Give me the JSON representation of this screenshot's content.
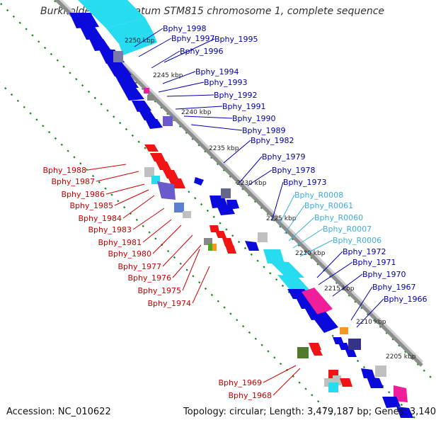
{
  "title": "Burkholderia phymatum STM815 chromosome 1, complete sequence",
  "accession_label": "Accession: NC_010622",
  "summary_label": "Topology: circular; Length: 3,479,187 bp; Genes: 3,140",
  "colors": {
    "blue": "#0a0adc",
    "cyan": "#28dcf0",
    "red": "#f01414",
    "magenta": "#f01e9b",
    "purple": "#6a5acd",
    "gray": "#c0c0c0",
    "green": "#4ca820",
    "orange": "#f5961e",
    "label_blue": "#0000b4",
    "label_cyan": "#3aaee0",
    "label_red": "#cc0000",
    "backbone": "#8c8c8c",
    "dots": "#1a8a1a"
  },
  "ticks": [
    {
      "label": "2250 kbp"
    },
    {
      "label": "2245 kbp"
    },
    {
      "label": "2240 kbp"
    },
    {
      "label": "2235 kbp"
    },
    {
      "label": "2230 kbp"
    },
    {
      "label": "2225 kbp"
    },
    {
      "label": "2220 kbp"
    },
    {
      "label": "2215 kbp"
    },
    {
      "label": "2210 kbp"
    },
    {
      "label": "2205 kbp"
    }
  ],
  "right_labels": [
    {
      "text": "Bphy_1998",
      "color": "blue"
    },
    {
      "text": "Bphy_1997",
      "color": "blue"
    },
    {
      "text": "Bphy_1995",
      "color": "blue"
    },
    {
      "text": "Bphy_1996",
      "color": "blue"
    },
    {
      "text": "Bphy_1994",
      "color": "blue"
    },
    {
      "text": "Bphy_1993",
      "color": "blue"
    },
    {
      "text": "Bphy_1992",
      "color": "blue"
    },
    {
      "text": "Bphy_1991",
      "color": "blue"
    },
    {
      "text": "Bphy_1990",
      "color": "blue"
    },
    {
      "text": "Bphy_1989",
      "color": "blue"
    },
    {
      "text": "Bphy_1982",
      "color": "blue"
    },
    {
      "text": "Bphy_1979",
      "color": "blue"
    },
    {
      "text": "Bphy_1978",
      "color": "blue"
    },
    {
      "text": "Bphy_1973",
      "color": "blue"
    },
    {
      "text": "Bphy_R0008",
      "color": "cyan"
    },
    {
      "text": "Bphy_R0061",
      "color": "cyan"
    },
    {
      "text": "Bphy_R0060",
      "color": "cyan"
    },
    {
      "text": "Bphy_R0007",
      "color": "cyan"
    },
    {
      "text": "Bphy_R0006",
      "color": "cyan"
    },
    {
      "text": "Bphy_1972",
      "color": "blue"
    },
    {
      "text": "Bphy_1971",
      "color": "blue"
    },
    {
      "text": "Bphy_1970",
      "color": "blue"
    },
    {
      "text": "Bphy_1967",
      "color": "blue"
    },
    {
      "text": "Bphy_1966",
      "color": "blue"
    }
  ],
  "left_labels": [
    {
      "text": "Bphy_1988"
    },
    {
      "text": "Bphy_1987"
    },
    {
      "text": "Bphy_1986"
    },
    {
      "text": "Bphy_1985"
    },
    {
      "text": "Bphy_1984"
    },
    {
      "text": "Bphy_1983"
    },
    {
      "text": "Bphy_1981"
    },
    {
      "text": "Bphy_1980"
    },
    {
      "text": "Bphy_1977"
    },
    {
      "text": "Bphy_1976"
    },
    {
      "text": "Bphy_1975"
    },
    {
      "text": "Bphy_1974"
    },
    {
      "text": "Bphy_1969"
    },
    {
      "text": "Bphy_1968"
    }
  ]
}
